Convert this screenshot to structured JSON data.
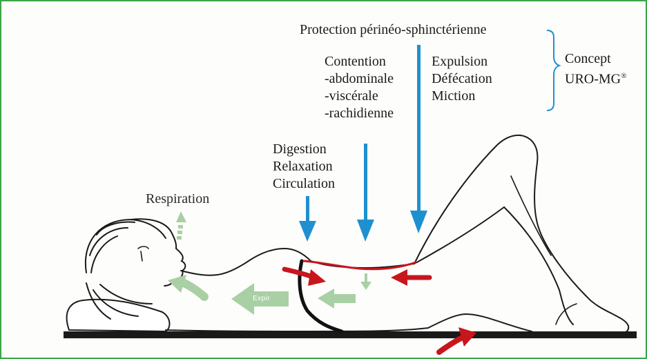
{
  "labels": {
    "protection": "Protection périnéo-sphinctérienne",
    "contention_title": "Contention",
    "contention_abdominale": "-abdominale",
    "contention_viscerale": "-viscérale",
    "contention_rachidienne": "-rachidienne",
    "expulsion": "Expulsion",
    "defecation": "Défécation",
    "miction": "Miction",
    "concept": "Concept",
    "uro_mg": "URO-MG",
    "registered": "®",
    "digestion": "Digestion",
    "relaxation": "Relaxation",
    "circulation": "Circulation",
    "respiration": "Respiration",
    "expir": "Expir"
  },
  "colors": {
    "frame": "#3aa547",
    "blue_arrow": "#1e90d0",
    "red_arrow": "#c8161d",
    "green_arrow": "#a9cfa4",
    "body_outline": "#1a1a1a",
    "bracket": "#1e90d0"
  },
  "icons": {
    "blue_arrows": "down-arrow",
    "red_arrows": "curved-arrow",
    "green_arrows": "left-arrow"
  }
}
